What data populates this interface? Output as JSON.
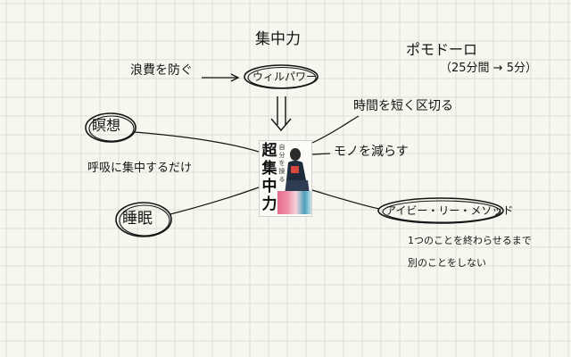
{
  "center_book": {
    "title_chars": [
      "超",
      "集",
      "中",
      "力"
    ],
    "subtitle_chars": [
      "自",
      "分",
      "を",
      "操",
      "る"
    ]
  },
  "nodes": {
    "focus": "集中力",
    "willpower": "ウィルパワー",
    "prevent_waste": "浪費を防ぐ",
    "pomodoro": "ポモドーロ",
    "pomodoro_detail": "（25分間 → 5分）",
    "shorten_time": "時間を短く区切る",
    "reduce_things": "モノを減らす",
    "meditation": "瞑想",
    "breathing": "呼吸に集中するだけ",
    "ivy_lee": "アイビー・リー・メソッド",
    "ivy_lee_detail_1": "1つのことを終わらせるまで",
    "ivy_lee_detail_2": "別のことをしない",
    "sleep": "睡眠"
  },
  "colors": {
    "paper": "#f7f6ef",
    "grid": "#dcdcd6",
    "ink": "#151515"
  }
}
